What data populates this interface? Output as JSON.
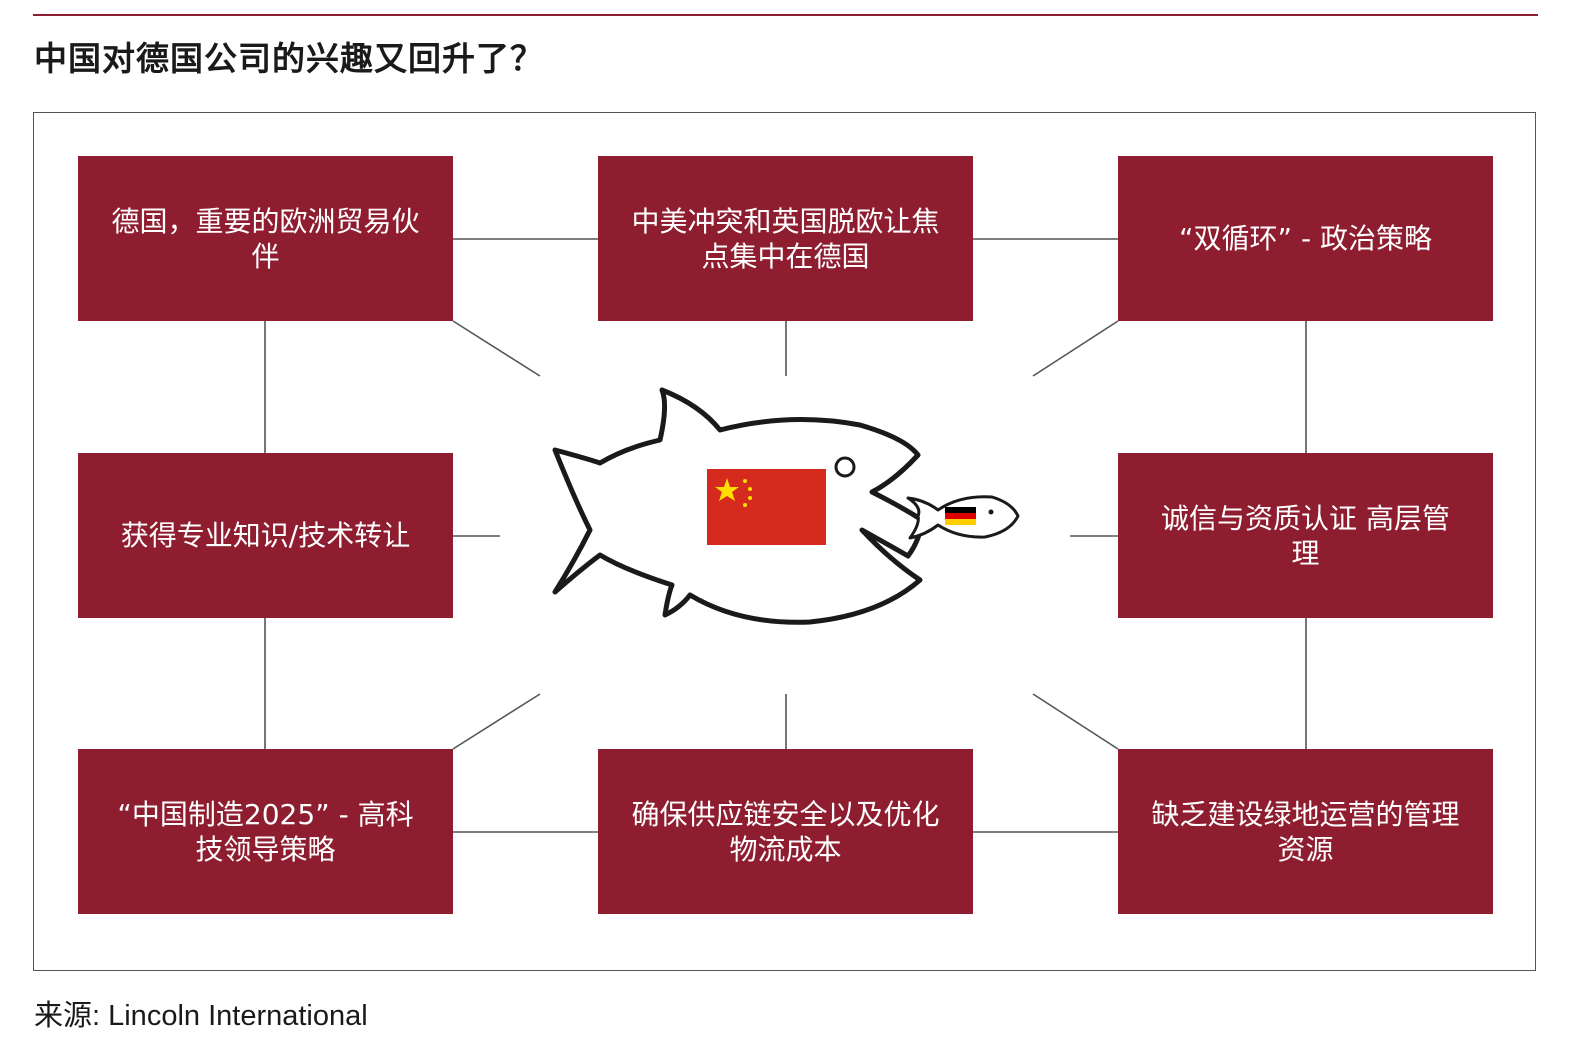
{
  "title": "中国对德国公司的兴趣又回升了？",
  "boxes": {
    "germany_partner": "德国，重要的欧洲贸易伙伴",
    "us_china_brexit": "中美冲突和英国脱欧让焦点集中在德国",
    "dual_circulation": "“双循环” - 政治策略",
    "know_how_transfer": "获得专业知识/技术转让",
    "integrity_management": "诚信与资质认证 高层管理",
    "made_in_china_2025": "“中国制造2025” - 高科技领导策略",
    "supply_chain": "确保供应链安全以及优化物流成本",
    "greenfield": "缺乏建设绿地运营的管理资源"
  },
  "source": "来源: Lincoln International",
  "colors": {
    "accent": "#8f1d30",
    "china_red": "#d52b1e",
    "china_star": "#ffde00"
  },
  "icons": {
    "big_fish": "china-fish-icon",
    "small_fish": "germany-fish-icon"
  }
}
